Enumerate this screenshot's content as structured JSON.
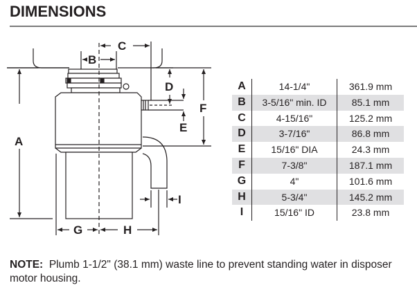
{
  "title": "DIMENSIONS",
  "diagram": {
    "labels": {
      "A": "A",
      "B": "B",
      "C": "C",
      "D": "D",
      "E": "E",
      "F": "F",
      "G": "G",
      "H": "H",
      "I": "I"
    }
  },
  "table": {
    "rows": [
      {
        "letter": "A",
        "imperial": "14-1/4\"",
        "metric": "361.9 mm",
        "shaded": false
      },
      {
        "letter": "B",
        "imperial": "3-5/16\" min. ID",
        "metric": "85.1 mm",
        "shaded": true
      },
      {
        "letter": "C",
        "imperial": "4-15/16\"",
        "metric": "125.2 mm",
        "shaded": false
      },
      {
        "letter": "D",
        "imperial": "3-7/16\"",
        "metric": "86.8 mm",
        "shaded": true
      },
      {
        "letter": "E",
        "imperial": "15/16\" DIA",
        "metric": "24.3 mm",
        "shaded": false
      },
      {
        "letter": "F",
        "imperial": "7-3/8\"",
        "metric": "187.1 mm",
        "shaded": true
      },
      {
        "letter": "G",
        "imperial": "4\"",
        "metric": "101.6 mm",
        "shaded": false
      },
      {
        "letter": "H",
        "imperial": "5-3/4\"",
        "metric": "145.2 mm",
        "shaded": true
      },
      {
        "letter": "I",
        "imperial": "15/16\" ID",
        "metric": "23.8 mm",
        "shaded": false
      }
    ]
  },
  "note": {
    "label": "NOTE:",
    "text": "Plumb 1-1/2\" (38.1 mm) waste line to prevent standing water in disposer motor housing."
  },
  "colors": {
    "text": "#231f20",
    "row_shade": "#e0e0e2",
    "rule": "#7a7a7a"
  }
}
